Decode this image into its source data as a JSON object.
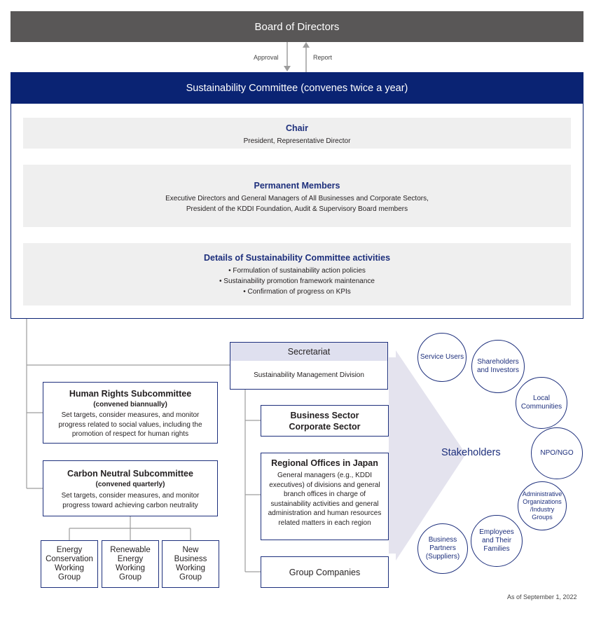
{
  "board": {
    "label": "Board of Directors"
  },
  "flow": {
    "approval": "Approval",
    "report": "Report"
  },
  "committee": {
    "title": "Sustainability Committee (convenes twice a year)",
    "chair": {
      "title": "Chair",
      "text": "President, Representative Director"
    },
    "members": {
      "title": "Permanent Members",
      "line1": "Executive Directors and General Managers of All Businesses and Corporate Sectors,",
      "line2": "President of the KDDI Foundation, Audit & Supervisory Board members"
    },
    "activities": {
      "title": "Details of Sustainability Committee activities",
      "items": [
        "• Formulation of sustainability action policies",
        "• Sustainability promotion framework maintenance",
        "• Confirmation of progress on KPIs"
      ]
    }
  },
  "secretariat": {
    "title": "Secretariat",
    "division": "Sustainability Management Division"
  },
  "human_rights": {
    "title": "Human Rights Subcommittee",
    "sub": "(convened biannually)",
    "text": "Set targets, consider measures, and monitor progress related to social values, including the promotion of respect for human rights"
  },
  "carbon": {
    "title": "Carbon Neutral Subcommittee",
    "sub": "(convened quarterly)",
    "text": "Set targets, consider measures, and monitor progress toward achieving carbon neutrality"
  },
  "working_groups": [
    "Energy Conservation Working Group",
    "Renewable Energy Working Group",
    "New Business Working Group"
  ],
  "business_sector": {
    "line1": "Business Sector",
    "line2": "Corporate Sector"
  },
  "regional": {
    "title": "Regional Offices in Japan",
    "text": "General managers (e.g., KDDI executives) of divisions and general branch offices in charge of sustainability activities and general administration and human resources related matters in each region"
  },
  "group_companies": "Group Companies",
  "stakeholders": {
    "label": "Stakeholders",
    "items": [
      "Service Users",
      "Shareholders and Investors",
      "Local Communities",
      "NPO/NGO",
      "Administrative Organizations /Industry Groups",
      "Employees and Their Families",
      "Business Partners (Suppliers)"
    ]
  },
  "date_note": "As of September 1, 2022",
  "colors": {
    "navy": "#0a2373",
    "board_gray": "#595757",
    "panel_gray": "#efefef",
    "arrow": "#e4e3ee"
  }
}
